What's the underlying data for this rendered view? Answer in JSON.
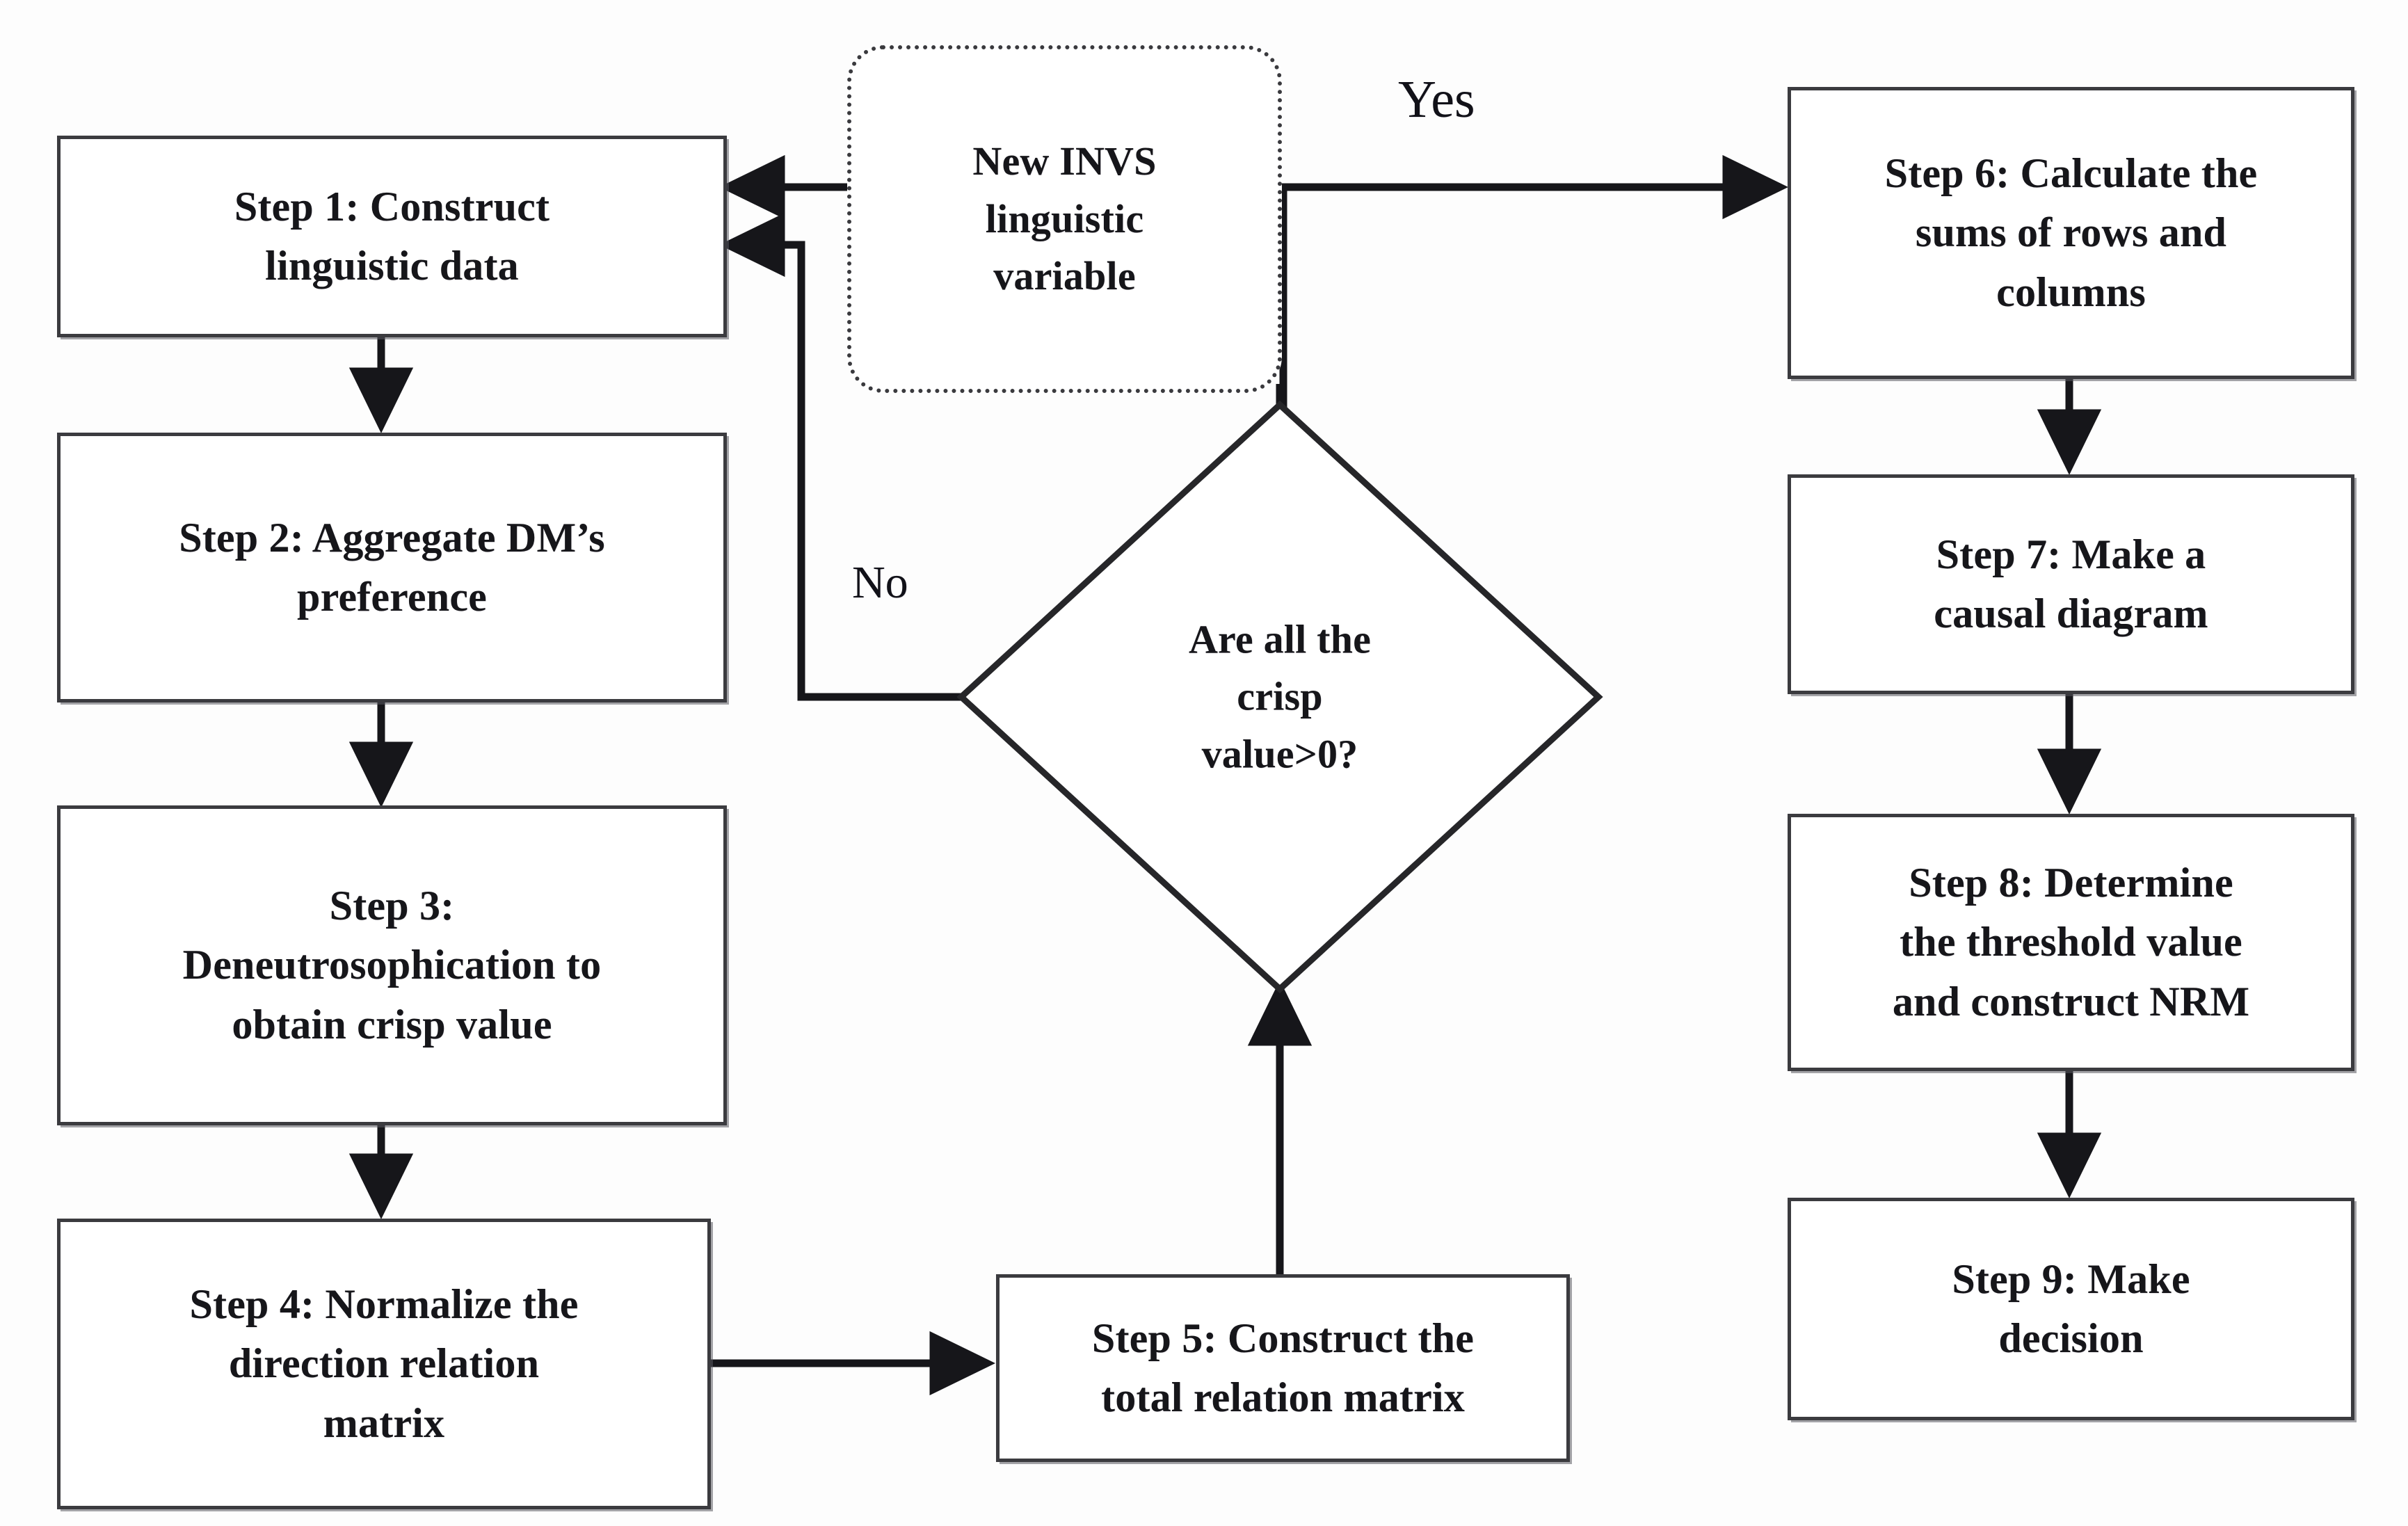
{
  "diagram": {
    "type": "flowchart",
    "title": "",
    "nodes": [
      {
        "id": "step1",
        "shape": "process",
        "lines": [
          "Step 1: Construct",
          "linguistic data"
        ]
      },
      {
        "id": "step2",
        "shape": "process",
        "lines": [
          "Step 2: Aggregate DM’s",
          "preference"
        ]
      },
      {
        "id": "step3",
        "shape": "process",
        "lines": [
          "Step 3:",
          "Deneutrosophication to",
          "obtain crisp value"
        ]
      },
      {
        "id": "step4",
        "shape": "process",
        "lines": [
          "Step 4: Normalize the",
          "direction relation",
          "matrix"
        ]
      },
      {
        "id": "step5",
        "shape": "process",
        "lines": [
          "Step 5: Construct the",
          "total relation matrix"
        ]
      },
      {
        "id": "step6",
        "shape": "process",
        "lines": [
          "Step 6: Calculate the",
          "sums of rows and",
          "columns"
        ]
      },
      {
        "id": "step7",
        "shape": "process",
        "lines": [
          "Step 7: Make a",
          "causal diagram"
        ]
      },
      {
        "id": "step8",
        "shape": "process",
        "lines": [
          "Step 8: Determine",
          "the threshold value",
          "and construct NRM"
        ]
      },
      {
        "id": "step9",
        "shape": "process",
        "lines": [
          "Step 9: Make",
          "decision"
        ]
      },
      {
        "id": "start",
        "shape": "rounded-dashed",
        "lines": [
          "New INVS",
          "linguistic",
          "variable"
        ]
      },
      {
        "id": "decision",
        "shape": "diamond",
        "lines": [
          "Are all the",
          "crisp",
          "value>0?"
        ]
      }
    ],
    "edge_labels": {
      "yes": "Yes",
      "no": "No"
    },
    "edges": [
      {
        "from": "start",
        "to": "step1",
        "label": ""
      },
      {
        "from": "step1",
        "to": "step2",
        "label": ""
      },
      {
        "from": "step2",
        "to": "step3",
        "label": ""
      },
      {
        "from": "step3",
        "to": "step4",
        "label": ""
      },
      {
        "from": "step4",
        "to": "step5",
        "label": ""
      },
      {
        "from": "step5",
        "to": "decision",
        "label": ""
      },
      {
        "from": "decision",
        "to": "step6",
        "label": "Yes"
      },
      {
        "from": "decision",
        "to": "step1",
        "label": "No"
      },
      {
        "from": "step6",
        "to": "step7",
        "label": ""
      },
      {
        "from": "step7",
        "to": "step8",
        "label": ""
      },
      {
        "from": "step8",
        "to": "step9",
        "label": ""
      }
    ],
    "colors": {
      "stroke": "#3b3b3f",
      "text": "#16161a",
      "background": "#fdfdfd"
    }
  }
}
